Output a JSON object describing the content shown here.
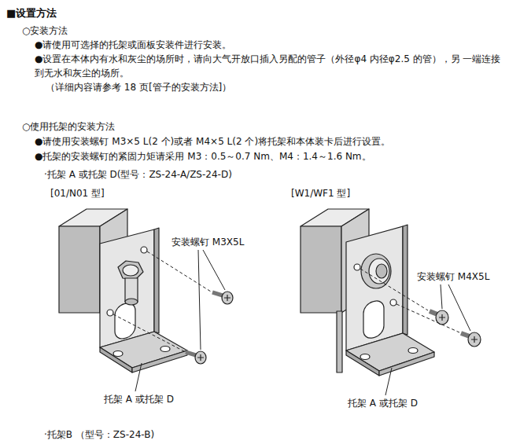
{
  "diagram": {
    "title": "■设置方法",
    "labels": [
      "○安装方法",
      "●请使用可选择的托架或面板安装件进行安装。",
      "●设置在本体内有水和灰尘的场所时，请向大气开放口插入另配的管子（外径φ4 内径φ2.5 的管），另 一端连接到无水和灰尘的场所。",
      "（详细内容请参考 18 页[管子的安装方法]）",
      "○使用托架的安装方法",
      "●请使用安装螺钉 M3×5 L(2 个)或者 M4×5 L(2 个)将托架和本体装卡后进行设置。",
      "●托架的安装螺钉的紧固力矩请采用 M3：0.5～0.7 Nm、M4：1.4～1.6 Nm。",
      "·托架 A 或托架 D(型号：ZS-24-A/ZS-24-D)",
      "[01/N01 型]",
      "[W1/WF1 型]",
      "安装螺钉 M3X5L",
      "安装螺钉 M4X5L",
      "托架 A 或托架 D",
      "托架 A 或托架 D",
      "·托架B （型号：ZS-24-B)"
    ]
  }
}
